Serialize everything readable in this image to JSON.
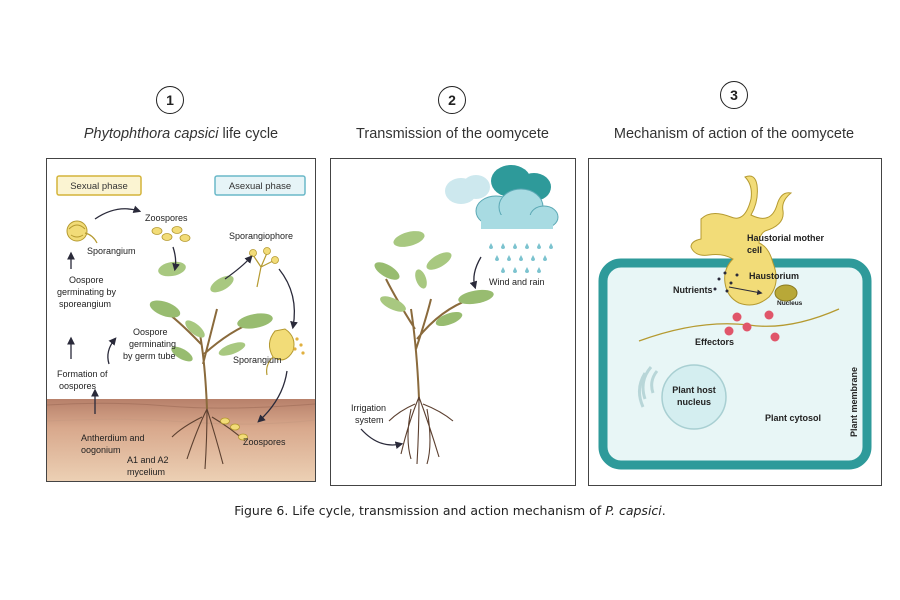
{
  "panel1": {
    "number": "1",
    "title_italic": "Phytophthora capsici",
    "title_rest": " life cycle",
    "sexual_phase": "Sexual phase",
    "asexual_phase": "Asexual phase",
    "zoospores_top": "Zoospores",
    "sporangium_left": "Sporangium",
    "sporangiophore": "Sporangiophore",
    "oospore_sporangium": [
      "Oospore",
      "germinating by",
      "sporeangium"
    ],
    "oospore_germ_tube": [
      "Oospore",
      "germinating",
      "by germ tube"
    ],
    "sporangium_right": "Sporangium",
    "formation": [
      "Formation of",
      "oospores"
    ],
    "antherdium": [
      "Antherdium and",
      "oogonium"
    ],
    "mycelium": [
      "A1 and A2",
      "mycelium"
    ],
    "zoospores_bottom": "Zoospores"
  },
  "panel2": {
    "number": "2",
    "title": "Transmission of the oomycete",
    "wind_rain": "Wind and rain",
    "irrigation": [
      "Irrigation",
      "system"
    ]
  },
  "panel3": {
    "number": "3",
    "title": "Mechanism of action of the oomycete",
    "haustorial": [
      "Haustorial mother",
      "cell"
    ],
    "haustorium": "Haustorium",
    "nucleus": "Nucleus",
    "nutrients": "Nutrients",
    "effectors": "Effectors",
    "plant_host_nucleus": [
      "Plant host",
      "nucleus"
    ],
    "plant_cytosol": "Plant cytosol",
    "plant_membrane": "Plant membrane"
  },
  "caption": {
    "prefix": "Figure 6. Life cycle, transmission and action mechanism of ",
    "italic": "P. capsici",
    "suffix": "."
  },
  "colors": {
    "sexual_border": "#d4b43a",
    "sexual_fill": "#fbf4d2",
    "asexual_border": "#6ab8c8",
    "asexual_fill": "#e6f4f7",
    "cell_wall": "#2e9a9a",
    "cytosol": "#e8f6f6",
    "fungus": "#f2dc78",
    "effector": "#e0566a",
    "leaf": "#a8c880",
    "soil_top": "#b7806a",
    "soil_bottom": "#e7c7a8",
    "cloud_dark": "#2e9a9a",
    "cloud_light": "#a8dbe2",
    "rain": "#7cc3cf"
  }
}
